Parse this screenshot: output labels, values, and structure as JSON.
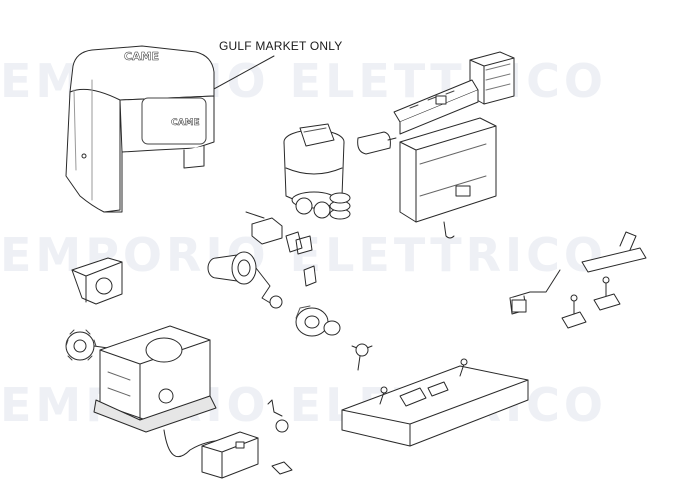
{
  "callout": {
    "text": "GULF MARKET ONLY"
  },
  "brand": {
    "logo_text": "CAME"
  },
  "watermark": {
    "text": "EMPORIO ELETTRICO"
  },
  "colors": {
    "line": "#2a2a2a",
    "watermark": "#eef0f5",
    "fill": "#ffffff",
    "shade": "#e6e6e6"
  }
}
